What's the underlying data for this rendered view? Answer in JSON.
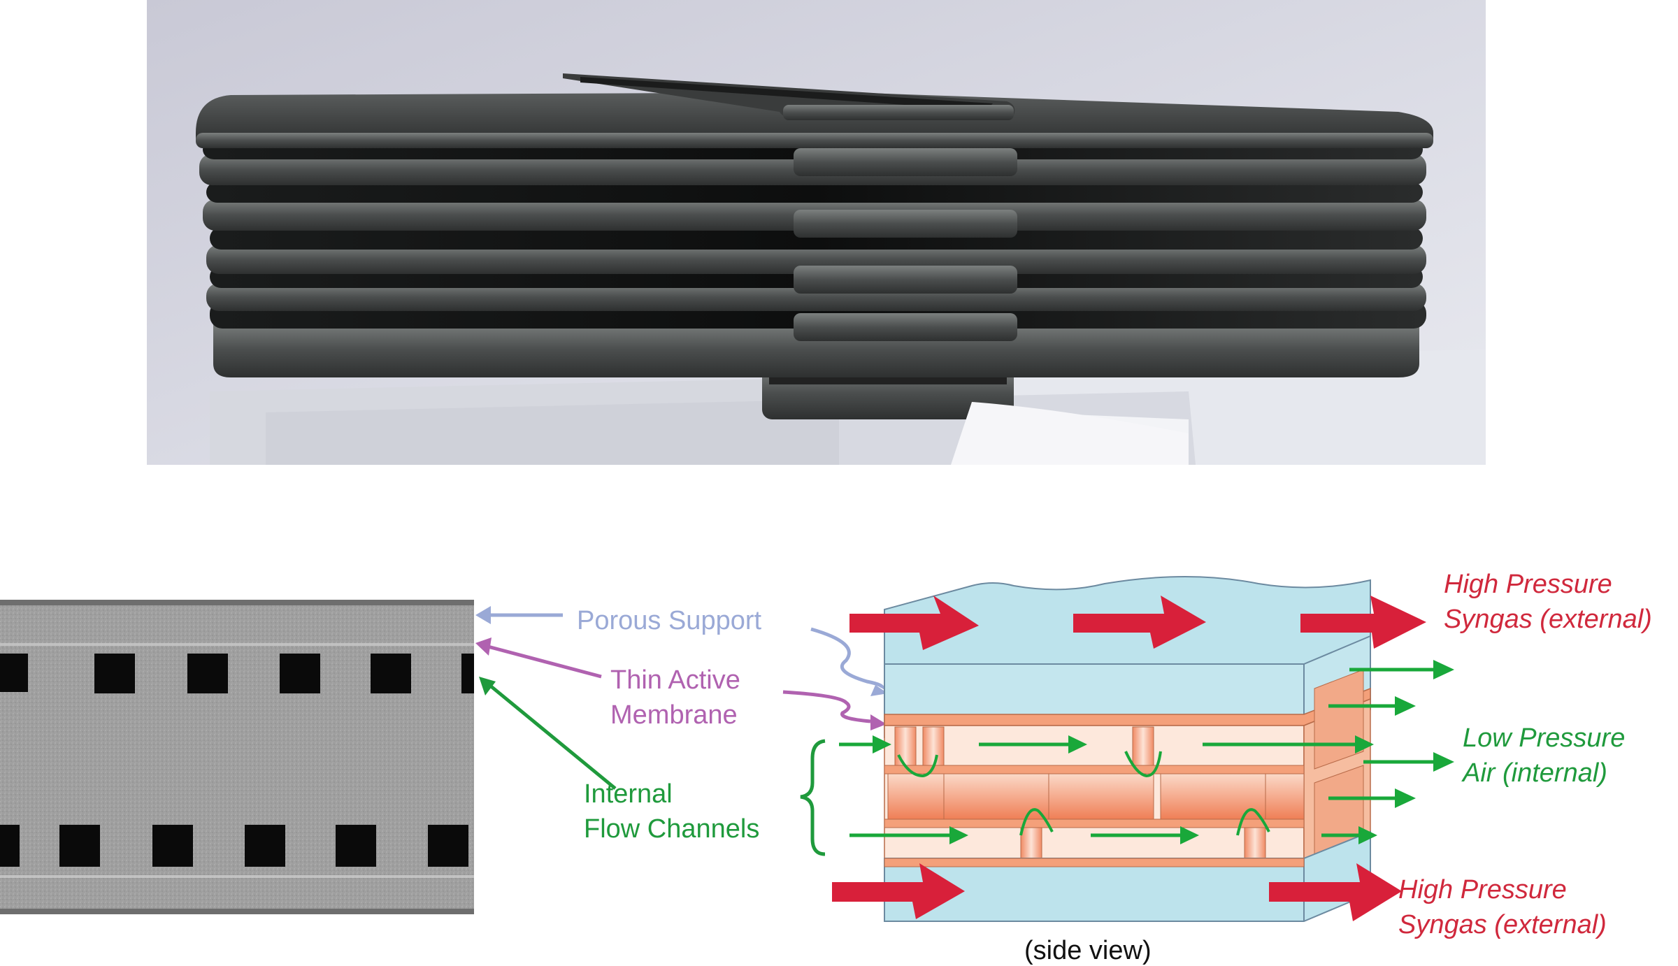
{
  "labels": {
    "porous_support": "Porous Support",
    "thin_active_membrane_line1": "Thin Active",
    "thin_active_membrane_line2": "Membrane",
    "internal_flow_line1": "Internal",
    "internal_flow_line2": "Flow Channels",
    "hp_syngas_top_line1": "High Pressure",
    "hp_syngas_top_line2": "Syngas (external)",
    "lp_air_line1": "Low Pressure",
    "lp_air_line2": "Air (internal)",
    "hp_syngas_bottom_line1": "High Pressure",
    "hp_syngas_bottom_line2": "Syngas (external)",
    "side_view": "(side view)"
  },
  "colors": {
    "porous_support": "#9aa9d6",
    "thin_active_membrane": "#b062b0",
    "internal_flow": "#1f9a3c",
    "high_pressure_syngas": "#d0283c",
    "low_pressure_air": "#1f9a3c",
    "support_fill": "#bde3ec",
    "membrane_fill": "#f4a07a",
    "arrow_red": "#d8203a",
    "arrow_green": "#19a83a"
  }
}
